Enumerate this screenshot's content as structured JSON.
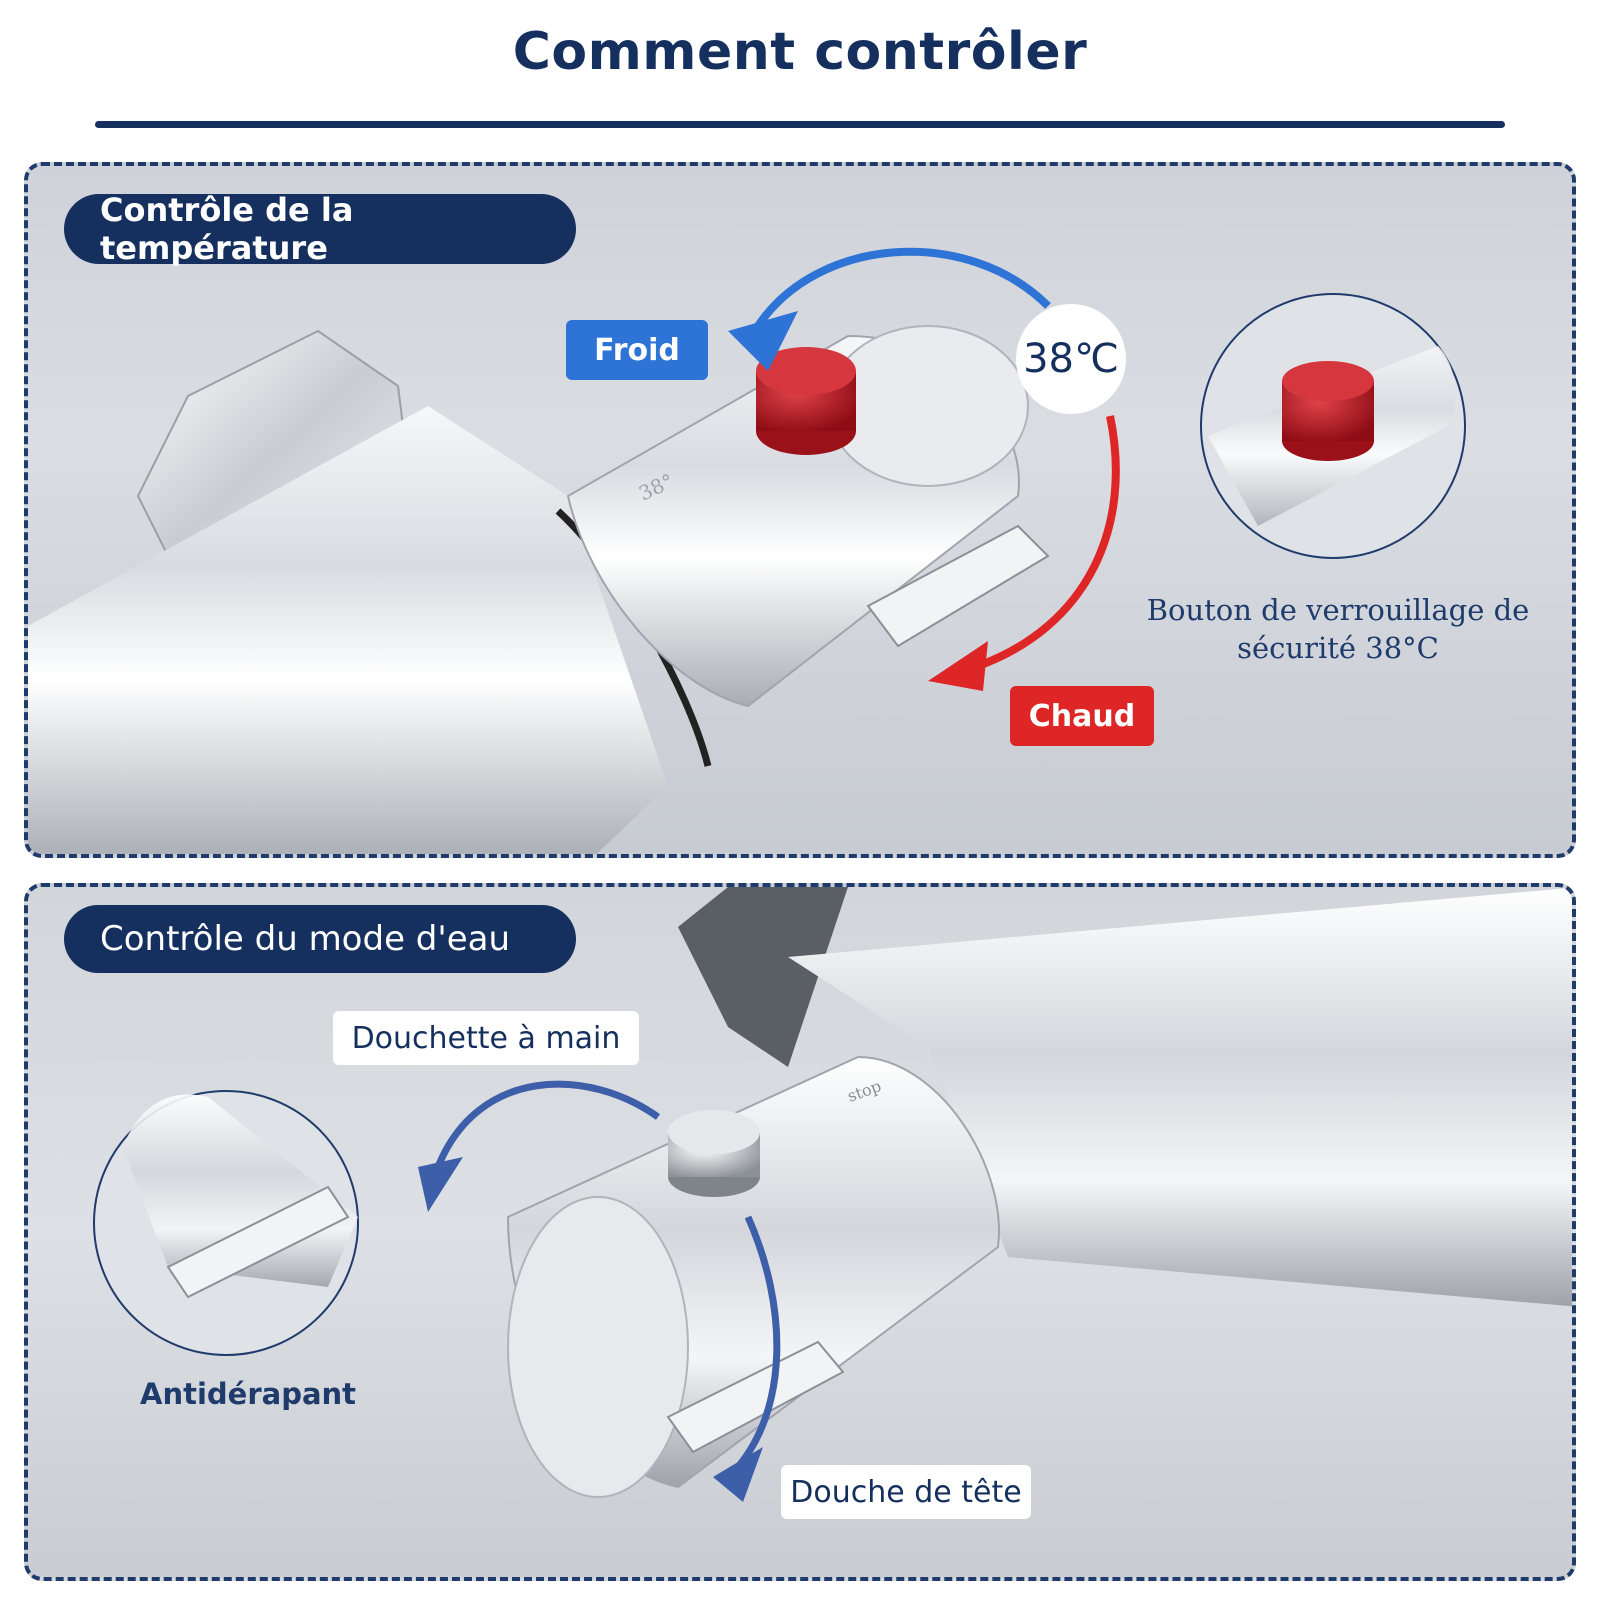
{
  "title": "Comment contrôler",
  "temperature_panel": {
    "heading": "Contrôle de la température",
    "cold_label": "Froid",
    "hot_label": "Chaud",
    "temperature_badge": "38℃",
    "safety_caption_line1": "Bouton de verrouillage de",
    "safety_caption_line2": "sécurité 38°C",
    "dial_marking": "38°",
    "colors": {
      "cold": "#2e73d6",
      "hot": "#de2626",
      "safety_button": "#b3141c"
    }
  },
  "water_mode_panel": {
    "heading": "Contrôle du mode d'eau",
    "hand_shower_label": "Douchette à main",
    "head_shower_label": "Douche de tête",
    "antislip_caption": "Antidérapant",
    "dial_marking": "stop",
    "colors": {
      "arrow": "#3d5ea8"
    }
  },
  "colors": {
    "brand": "#15305e"
  }
}
